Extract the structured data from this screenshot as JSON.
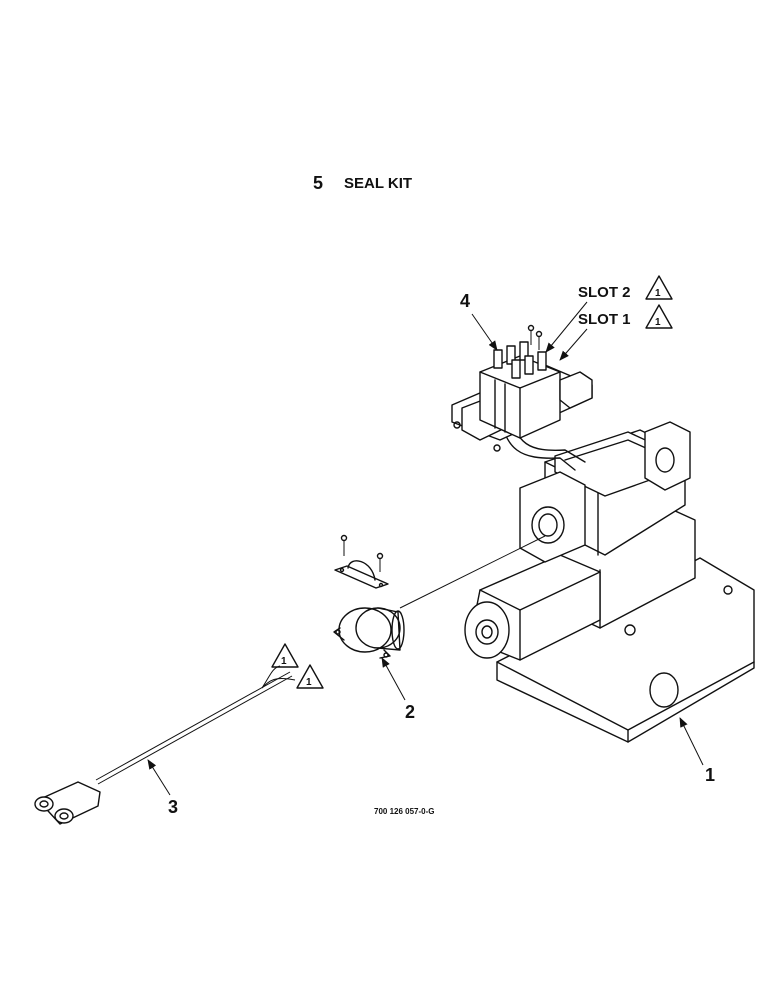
{
  "header": {
    "item_number": "5",
    "item_label": "SEAL KIT"
  },
  "callouts": {
    "c1": "1",
    "c2": "2",
    "c3": "3",
    "c4": "4"
  },
  "slots": {
    "slot2": "SLOT 2",
    "slot1": "SLOT 1"
  },
  "note_marker": "1",
  "drawing_number": "700 126 057-0-G"
}
